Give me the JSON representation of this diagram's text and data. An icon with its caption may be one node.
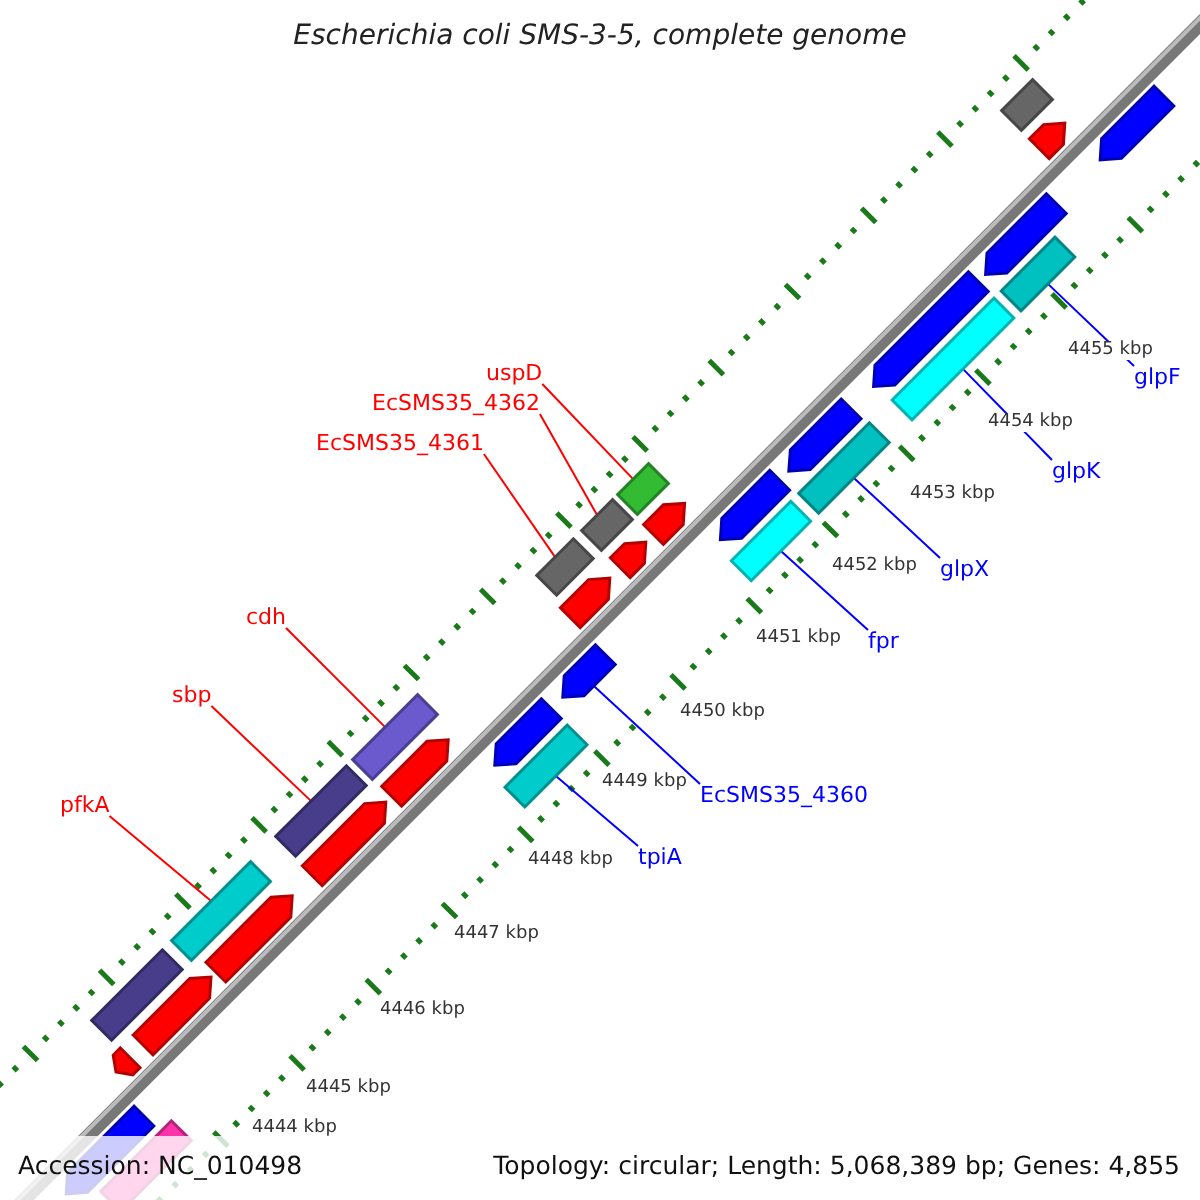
{
  "diagram": {
    "title": "Escherichia coli SMS-3-5, complete genome",
    "nodes": [
      {
        "text": [
          "uspD"
        ]
      },
      {
        "text": [
          "EcSMS35_4362"
        ]
      },
      {
        "text": [
          "EcSMS35_4361"
        ]
      },
      {
        "text": [
          "cdh"
        ]
      },
      {
        "text": [
          "sbp"
        ]
      },
      {
        "text": [
          "pfkA"
        ]
      },
      {
        "text": [
          "glpF"
        ]
      },
      {
        "text": [
          "glpK"
        ]
      },
      {
        "text": [
          "glpX"
        ]
      },
      {
        "text": [
          "fpr"
        ]
      },
      {
        "text": [
          "EcSMS35_4360"
        ]
      },
      {
        "text": [
          "tpiA"
        ]
      },
      {
        "text": [],
        "shape": "box"
      },
      {
        "text": [],
        "shape": "box"
      },
      {
        "text": [],
        "shape": "box"
      },
      {
        "text": [],
        "shape": "box"
      },
      {
        "text": [],
        "shape": "box"
      },
      {
        "text": [],
        "shape": "box"
      },
      {
        "text": [],
        "shape": "box"
      },
      {
        "text": [],
        "shape": "box"
      },
      {
        "text": [],
        "shape": "box"
      },
      {
        "text": [],
        "shape": "box"
      },
      {
        "text": [],
        "shape": "arrow"
      },
      {
        "text": [],
        "shape": "box"
      },
      {
        "text": [],
        "shape": "box"
      },
      {
        "text": [],
        "shape": "box"
      },
      {
        "text": [],
        "shape": "arrow"
      },
      {
        "text": [],
        "shape": "arrow"
      },
      {
        "text": [],
        "shape": "arrow"
      },
      {
        "text": [],
        "shape": "arrow"
      },
      {
        "text": [],
        "shape": "arrow"
      },
      {
        "text": [],
        "shape": "arrow"
      },
      {
        "text": [],
        "shape": "arrow"
      },
      {
        "text": [],
        "shape": "arrow"
      },
      {
        "text": [],
        "shape": "arrow"
      },
      {
        "text": [],
        "shape": "arrow"
      },
      {
        "text": [],
        "shape": "arrow"
      },
      {
        "text": [],
        "shape": "arrow"
      },
      {
        "text": [],
        "shape": "arrow"
      },
      {
        "text": [],
        "shape": "arrow"
      },
      {
        "text": [],
        "shape": "arrow"
      },
      {
        "text": [],
        "shape": "arrow"
      },
      {
        "text": [],
        "shape": "box"
      }
    ],
    "edges": [
      {
        "from": 0,
        "to": 12,
        "arrow": "none",
        "color": "#ff0000"
      },
      {
        "from": 1,
        "to": 13,
        "arrow": "none",
        "color": "#ff0000"
      },
      {
        "from": 2,
        "to": 14,
        "arrow": "none",
        "color": "#ff0000"
      },
      {
        "from": 3,
        "to": 15,
        "arrow": "none",
        "color": "#ff0000"
      },
      {
        "from": 4,
        "to": 16,
        "arrow": "none",
        "color": "#ff0000"
      },
      {
        "from": 5,
        "to": 17,
        "arrow": "none",
        "color": "#ff0000"
      },
      {
        "from": 6,
        "to": 18,
        "arrow": "none",
        "color": "#0000ff"
      },
      {
        "from": 7,
        "to": 19,
        "arrow": "none",
        "color": "#0000ff"
      },
      {
        "from": 8,
        "to": 20,
        "arrow": "none",
        "color": "#0000ff"
      },
      {
        "from": 9,
        "to": 21,
        "arrow": "none",
        "color": "#0000ff"
      },
      {
        "from": 10,
        "to": 22,
        "arrow": "none",
        "color": "#0000ff"
      },
      {
        "from": 11,
        "to": 23,
        "arrow": "none",
        "color": "#0000ff"
      }
    ],
    "labels": [
      "4455 kbp",
      "4454 kbp",
      "4453 kbp",
      "4452 kbp",
      "4451 kbp",
      "4450 kbp",
      "4449 kbp",
      "4448 kbp",
      "4447 kbp",
      "4446 kbp",
      "4445 kbp",
      "4444 kbp",
      "Accession: NC_010498",
      "Topology: circular; Length: 5,068,389 bp; Genes: 4,855"
    ]
  }
}
